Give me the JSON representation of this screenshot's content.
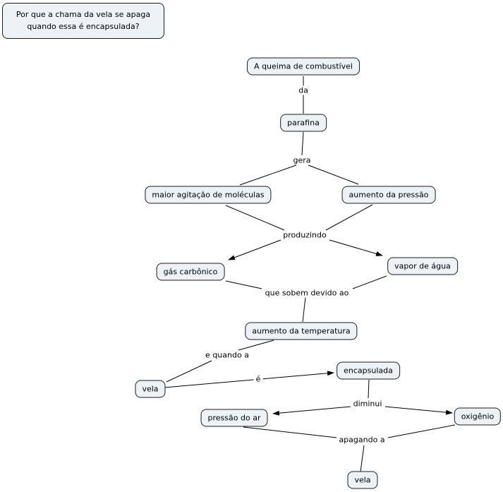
{
  "colors": {
    "node_fill": "#ecf2f5",
    "node_border": "#1c1c1c",
    "line": "#000000",
    "background": "#ffffff"
  },
  "question": "Por que a chama da vela se apaga quando essa é encapsulada?",
  "nodes": {
    "queima": "A queima de combustível",
    "parafina": "parafina",
    "agitacao": "maior agitação de moléculas",
    "aumento_pressao": "aumento da pressão",
    "gas_carbonico": "gás carbônico",
    "vapor_agua": "vapor de água",
    "aumento_temperatura": "aumento da temperatura",
    "vela_meio": "vela",
    "encapsulada": "encapsulada",
    "pressao_ar": "pressão do ar",
    "oxigenio": "oxigênio",
    "vela_fim": "vela"
  },
  "labels": {
    "da": "da",
    "gera": "gera",
    "produzindo": "produzindo",
    "sobem": "que sobem devido ao",
    "quando": "e quando a",
    "e": "é",
    "diminui": "diminui",
    "apagando": "apagando a"
  }
}
